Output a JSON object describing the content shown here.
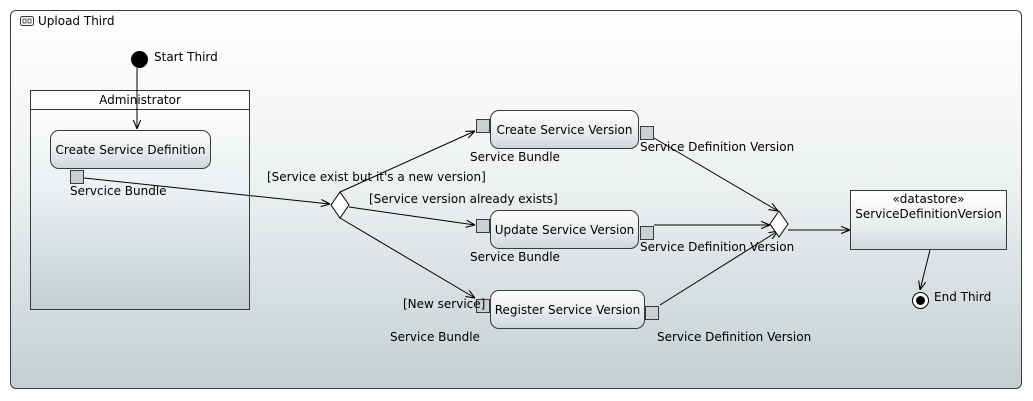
{
  "activity": {
    "title": "Upload Third"
  },
  "partition": {
    "name": "Administrator"
  },
  "start_node": {
    "label": "Start Third"
  },
  "end_node": {
    "label": "End Third"
  },
  "actions": {
    "create_definition": "Create Service Definition",
    "create_version": "Create Service Version",
    "update_version": "Update Service Version",
    "register_version": "Register Service Version"
  },
  "pins": {
    "definition_out": "Servcice Bundle",
    "create_in": "Service Bundle",
    "create_out": "Service Definition Version",
    "update_in": "Service Bundle",
    "update_out": "Service Definition Version",
    "register_in": "Service Bundle",
    "register_out": "Service Definition Version"
  },
  "guards": {
    "new_version": "[Service exist but it's a new version]",
    "version_exists": "[Service version already exists]",
    "new_service": "[New service]"
  },
  "datastore": {
    "stereotype": "«datastore»",
    "name": "ServiceDefinitionVersion"
  }
}
